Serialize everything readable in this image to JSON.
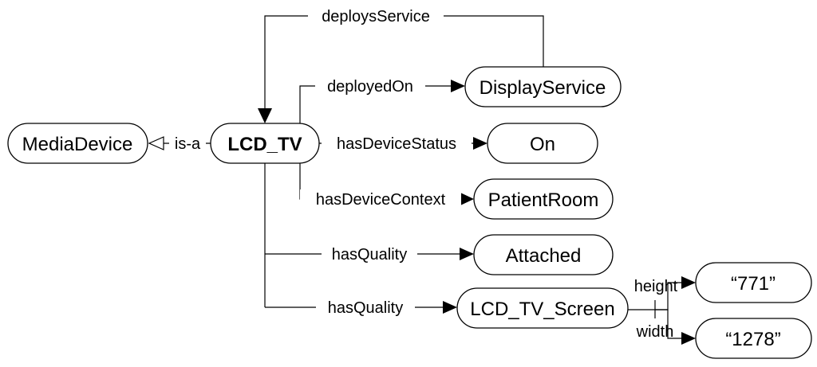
{
  "nodes": {
    "media_device": "MediaDevice",
    "lcd_tv": "LCD_TV",
    "display_service": "DisplayService",
    "on": "On",
    "patient_room": "PatientRoom",
    "attached": "Attached",
    "lcd_tv_screen": "LCD_TV_Screen",
    "val_771": "“771”",
    "val_1278": "“1278”"
  },
  "edges": {
    "is_a": "is-a",
    "deploys_service": "deploysService",
    "deployed_on": "deployedOn",
    "has_device_status": "hasDeviceStatus",
    "has_device_context": "hasDeviceContext",
    "has_quality_1": "hasQuality",
    "has_quality_2": "hasQuality",
    "height": "height",
    "width": "width"
  }
}
